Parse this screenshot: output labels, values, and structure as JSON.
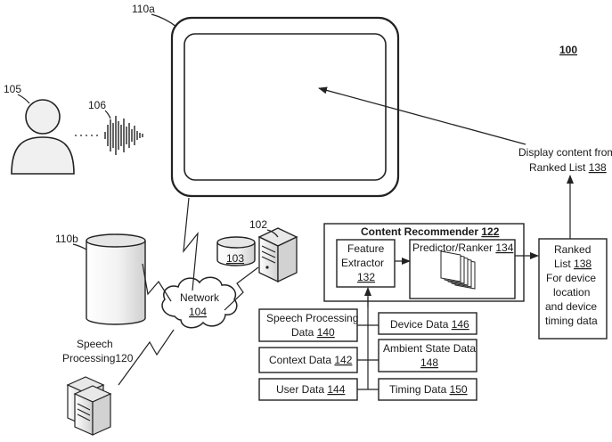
{
  "labels": {
    "figure_number": "100",
    "display_ref": "110a",
    "user_ref": "105",
    "audio_ref": "106",
    "speaker_ref": "110b",
    "server_ref": "102",
    "storage_ref": "103",
    "network_title": "Network",
    "network_ref": "104",
    "speech_processing_title": "Speech",
    "speech_processing_line2": "Processing",
    "speech_processing_ref": "120",
    "display_content_line1": "Display content from",
    "display_content_line2": "Ranked List ",
    "display_content_ref": "138"
  },
  "recommender": {
    "title": "Content Recommender ",
    "ref": "122",
    "feature_line1": "Feature",
    "feature_line2": "Extractor",
    "feature_ref": "132",
    "predictor_title": "Predictor/Ranker ",
    "predictor_ref": "134"
  },
  "ranked_list": {
    "line1": "Ranked",
    "line2": "List ",
    "ref": "138",
    "line3": "For device",
    "line4": "location",
    "line5": "and device",
    "line6": "timing data"
  },
  "data_sources": {
    "speech_line1": "Speech Processing",
    "speech_line2": "Data ",
    "speech_ref": "140",
    "context": "Context Data ",
    "context_ref": "142",
    "user": "User Data ",
    "user_ref": "144",
    "device": "Device Data ",
    "device_ref": "146",
    "ambient": "Ambient State Data",
    "ambient_ref": "148",
    "timing": "Timing Data ",
    "timing_ref": "150"
  },
  "colors": {
    "stroke": "#222222",
    "figure_fill": "#f0f0f0",
    "shade": "#d8d8d8"
  }
}
